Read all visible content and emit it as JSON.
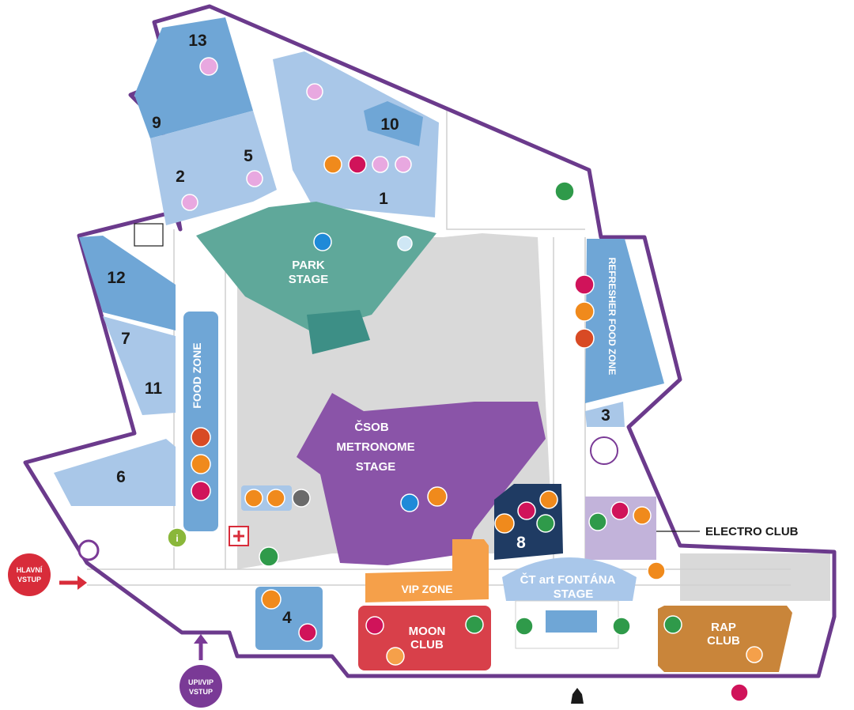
{
  "zones": {
    "z1": "1",
    "z2": "2",
    "z3": "3",
    "z4": "4",
    "z5": "5",
    "z6": "6",
    "z7": "7",
    "z8": "8",
    "z9": "9",
    "z10": "10",
    "z11": "11",
    "z12": "12",
    "z13": "13"
  },
  "stages": {
    "park_1": "PARK",
    "park_2": "STAGE",
    "csob_1": "ČSOB",
    "csob_2": "METRONOME",
    "csob_3": "STAGE",
    "ct_1": "ČT art FONTÁNA",
    "ct_2": "STAGE",
    "moon_1": "MOON",
    "moon_2": "CLUB",
    "rap_1": "RAP",
    "rap_2": "CLUB",
    "vip": "VIP ZONE",
    "food_zone": "FOOD ZONE",
    "refresher": "REFRESHER FOOD ZONE",
    "electro": "ELECTRO CLUB"
  },
  "entrances": {
    "main_1": "HLAVNÍ",
    "main_2": "VSTUP",
    "vip_1": "UPI/VIP",
    "vip_2": "VSTUP"
  },
  "colors": {
    "boundary": "#6b3a8c",
    "zone_blue": "#6fa6d6",
    "zone_light": "#a9c7e8",
    "park": "#5fa89a",
    "csob": "#8a54a8",
    "vip": "#f5a04a",
    "moon": "#d8404a",
    "rap": "#c9853a",
    "navy": "#1f3b63",
    "ct": "#a9c7ea",
    "gray": "#d9d9d9",
    "red": "#d82c3a",
    "magenta": "#d0135a",
    "orange": "#f08a1c",
    "green": "#2f9a4a"
  }
}
